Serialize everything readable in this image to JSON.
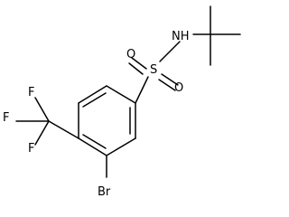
{
  "structure": {
    "atoms": {
      "nh": "NH",
      "s": "S",
      "o_left": "O",
      "o_right": "O",
      "br": "Br",
      "f_top": "F",
      "f_left": "F",
      "f_bottom": "F"
    }
  }
}
